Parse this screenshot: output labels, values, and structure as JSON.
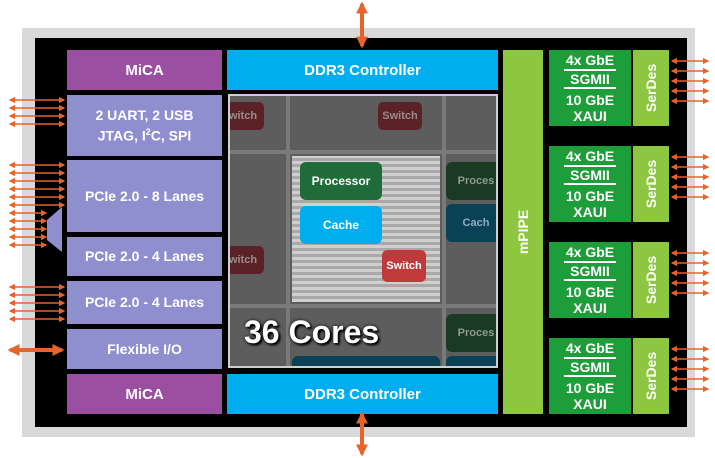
{
  "colors": {
    "mica": "#9b4fa0",
    "ddr": "#00aeef",
    "io": "#8f8fcf",
    "mpipe": "#8dc63f",
    "eth": "#1e9e3a",
    "switch": "#c0393b",
    "processor": "#1f6b3a",
    "arrow": "#e8632b"
  },
  "top": {
    "mica": "MiCA",
    "ddr": "DDR3 Controller"
  },
  "bottom": {
    "mica": "MiCA",
    "ddr": "DDR3 Controller"
  },
  "io": {
    "uart": {
      "line1": "2 UART, 2 USB",
      "line2_a": "JTAG, I",
      "line2_sup": "2",
      "line2_b": "C, SPI"
    },
    "pcie8": "PCIe 2.0 - 8 Lanes",
    "pcie4a": "PCIe 2.0 - 4 Lanes",
    "pcie4b": "PCIe 2.0 - 4 Lanes",
    "flexible": "Flexible I/O"
  },
  "mpipe": "mPIPE",
  "eth_blocks": [
    {
      "l1": "4x GbE",
      "l2": "SGMII",
      "l3": "10 GbE",
      "l4": "XAUI",
      "serdes": "SerDes"
    },
    {
      "l1": "4x GbE",
      "l2": "SGMII",
      "l3": "10 GbE",
      "l4": "XAUI",
      "serdes": "SerDes"
    },
    {
      "l1": "4x GbE",
      "l2": "SGMII",
      "l3": "10 GbE",
      "l4": "XAUI",
      "serdes": "SerDes"
    },
    {
      "l1": "4x GbE",
      "l2": "SGMII",
      "l3": "10 GbE",
      "l4": "XAUI",
      "serdes": "SerDes"
    }
  ],
  "core": {
    "processor": "Processor",
    "cache": "Cache",
    "switch": "Switch",
    "switch_partial": "witch",
    "proces_partial": "Proces",
    "cache_partial": "Cach",
    "cores_label": "36 Cores"
  }
}
